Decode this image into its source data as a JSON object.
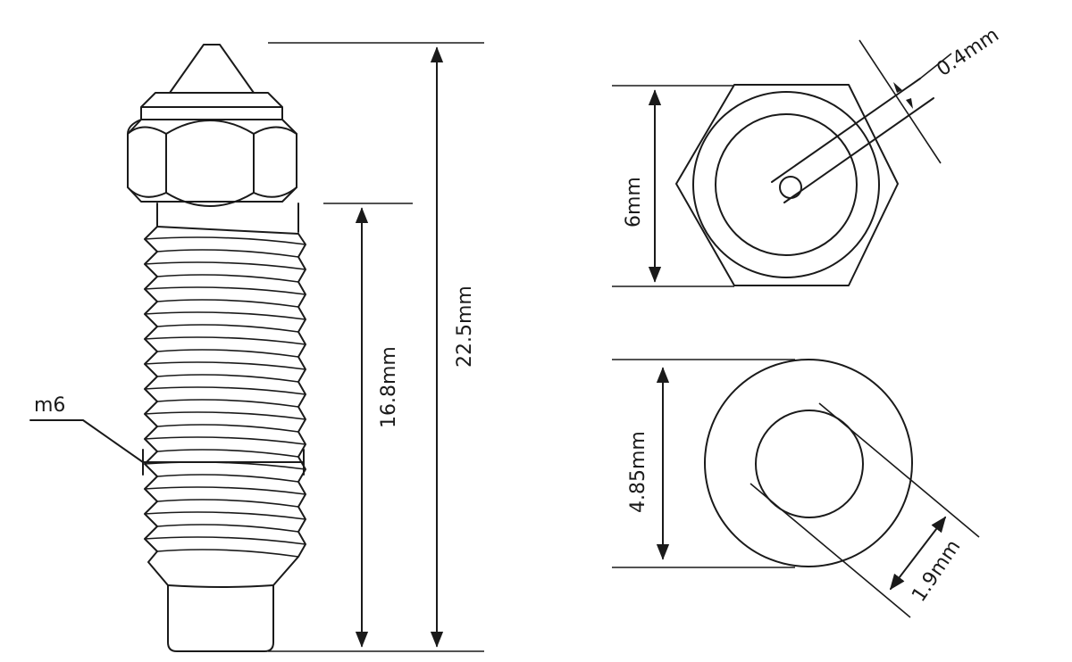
{
  "diagram": {
    "subject": "3D printer hotend nozzle",
    "views": [
      {
        "name": "side-view",
        "labels": {
          "thread": "m6",
          "thread_length": "16.8mm",
          "total_length": "22.5mm"
        }
      },
      {
        "name": "top-view",
        "labels": {
          "hex_size": "6mm",
          "orifice": "0.4mm"
        }
      },
      {
        "name": "bottom-view",
        "labels": {
          "outer_diameter": "4.85mm",
          "inner_bore": "1.9mm"
        }
      }
    ]
  },
  "labels": {
    "thread": "m6",
    "thread_length": "16.8mm",
    "total_length": "22.5mm",
    "hex_size": "6mm",
    "orifice": "0.4mm",
    "outer_diameter": "4.85mm",
    "inner_bore": "1.9mm"
  },
  "colors": {
    "line": "#1a1a1a",
    "background": "#ffffff"
  }
}
